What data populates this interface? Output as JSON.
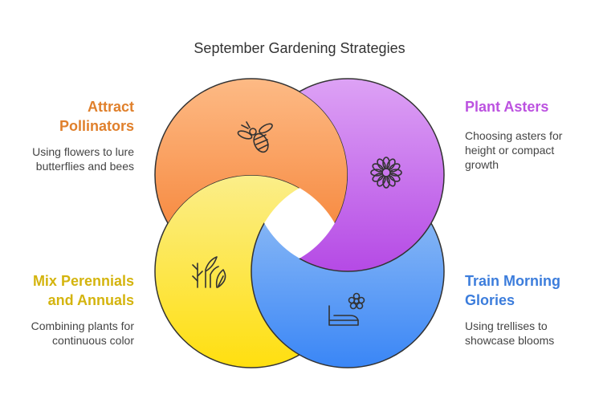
{
  "title": "September Gardening Strategies",
  "colors": {
    "pollinators": "#E8873A",
    "asters": "#C35BE8",
    "perennials": "#E0C21A",
    "morning_glories": "#3F7FE0",
    "text": "#444444",
    "outline": "#333333"
  },
  "items": [
    {
      "heading": "Attract Pollinators",
      "heading_lines": [
        "Attract",
        "Pollinators"
      ],
      "desc_lines": [
        "Using flowers to lure",
        "butterflies and bees"
      ],
      "icon": "bee-icon"
    },
    {
      "heading": "Plant Asters",
      "heading_lines": [
        "Plant Asters"
      ],
      "desc_lines": [
        "Choosing asters for",
        "height or compact",
        "growth"
      ],
      "icon": "aster-flower-icon"
    },
    {
      "heading": "Mix Perennials and Annuals",
      "heading_lines": [
        "Mix Perennials",
        "and Annuals"
      ],
      "desc_lines": [
        "Combining plants for",
        "continuous color"
      ],
      "icon": "plants-icon"
    },
    {
      "heading": "Train Morning Glories",
      "heading_lines": [
        "Train Morning",
        "Glories"
      ],
      "desc_lines": [
        "Using trellises to",
        "showcase blooms"
      ],
      "icon": "trellis-flower-icon"
    }
  ]
}
